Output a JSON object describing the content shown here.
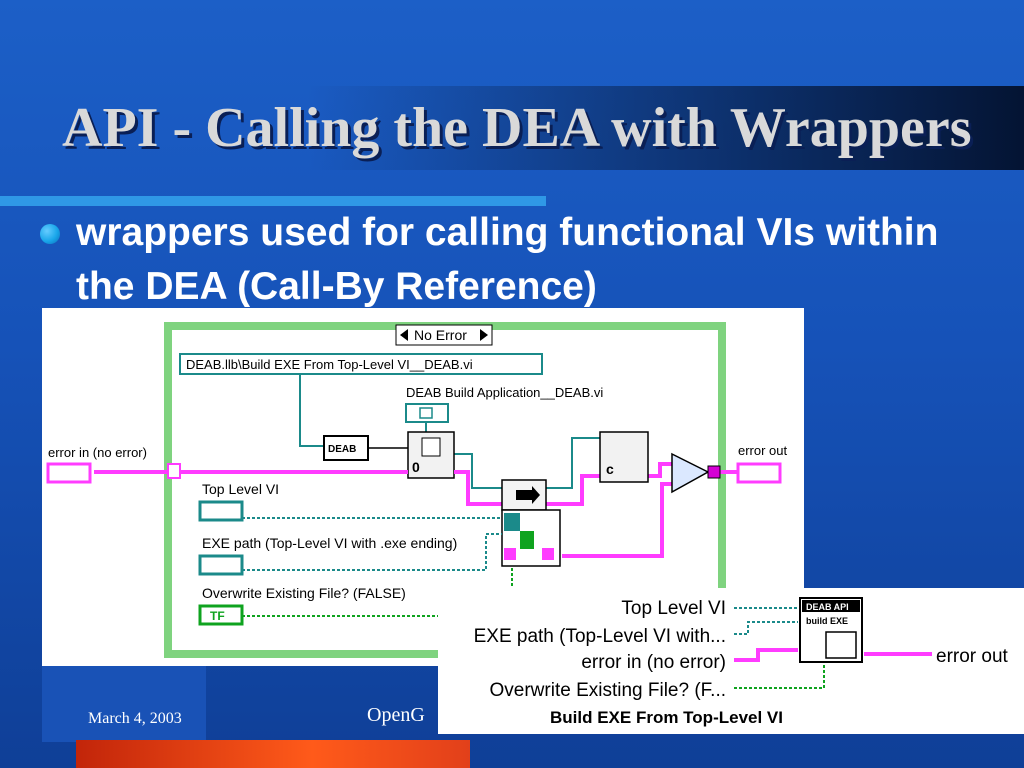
{
  "slide": {
    "title": "API - Calling the DEA with Wrappers",
    "bullet": "wrappers used for calling functional VIs within the DEA (Call-By Reference)",
    "footer_date": "March 4, 2003",
    "footer_org": "OpenG"
  },
  "block_diagram": {
    "case_selector": "No Error",
    "vi_path_constant": "DEAB.llb\\Build EXE From Top-Level VI__DEAB.vi",
    "build_app_label": "DEAB Build Application__DEAB.vi",
    "error_in_label": "error in (no error)",
    "error_out_label": "error out",
    "top_level_vi_label": "Top Level VI",
    "exe_path_label": "EXE path (Top-Level VI with .exe ending)",
    "overwrite_label": "Overwrite Existing File? (FALSE)",
    "tf_terminal": "TF",
    "deab_subvi": "DEAB",
    "open_ref_zero": "0",
    "close_ref_c": "c"
  },
  "icon_panel": {
    "inputs": [
      "Top Level VI",
      "EXE path (Top-Level VI with...",
      "error in (no error)",
      "Overwrite Existing File? (F..."
    ],
    "output": "error out",
    "icon_line1": "DEAB API",
    "icon_line2": "build EXE",
    "caption": "Build EXE From Top-Level VI"
  },
  "colors": {
    "error_wire": "#ff3cff",
    "path_wire": "#1b8a8a",
    "boolean_wire": "#0fa31f",
    "case_frame": "#7fd37f",
    "title_text": "#d9d9d9"
  }
}
